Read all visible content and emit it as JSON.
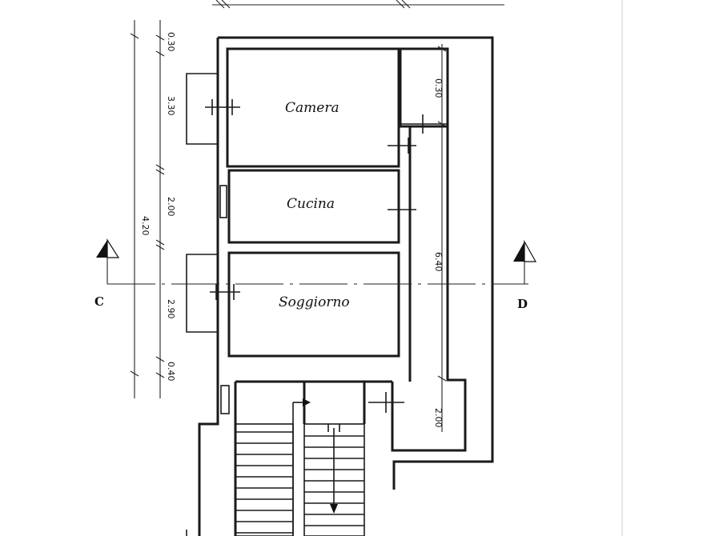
{
  "rooms": {
    "camera": "Camera",
    "cucina": "Cucina",
    "soggiorno": "Soggiorno"
  },
  "section": {
    "left": "C",
    "right": "D"
  },
  "dimensions": {
    "total_height": "4.20",
    "seg_top": "0.30",
    "seg_camera": "3.30",
    "seg_cucina": "2.00",
    "seg_soggiorno": "2.90",
    "seg_bottom": "0.40",
    "corridor_length": "6.40",
    "corridor_top": "0.30",
    "corridor_bottom": "2.00"
  },
  "colors": {
    "ink": "#1a1a1a",
    "paper": "#ffffff"
  }
}
